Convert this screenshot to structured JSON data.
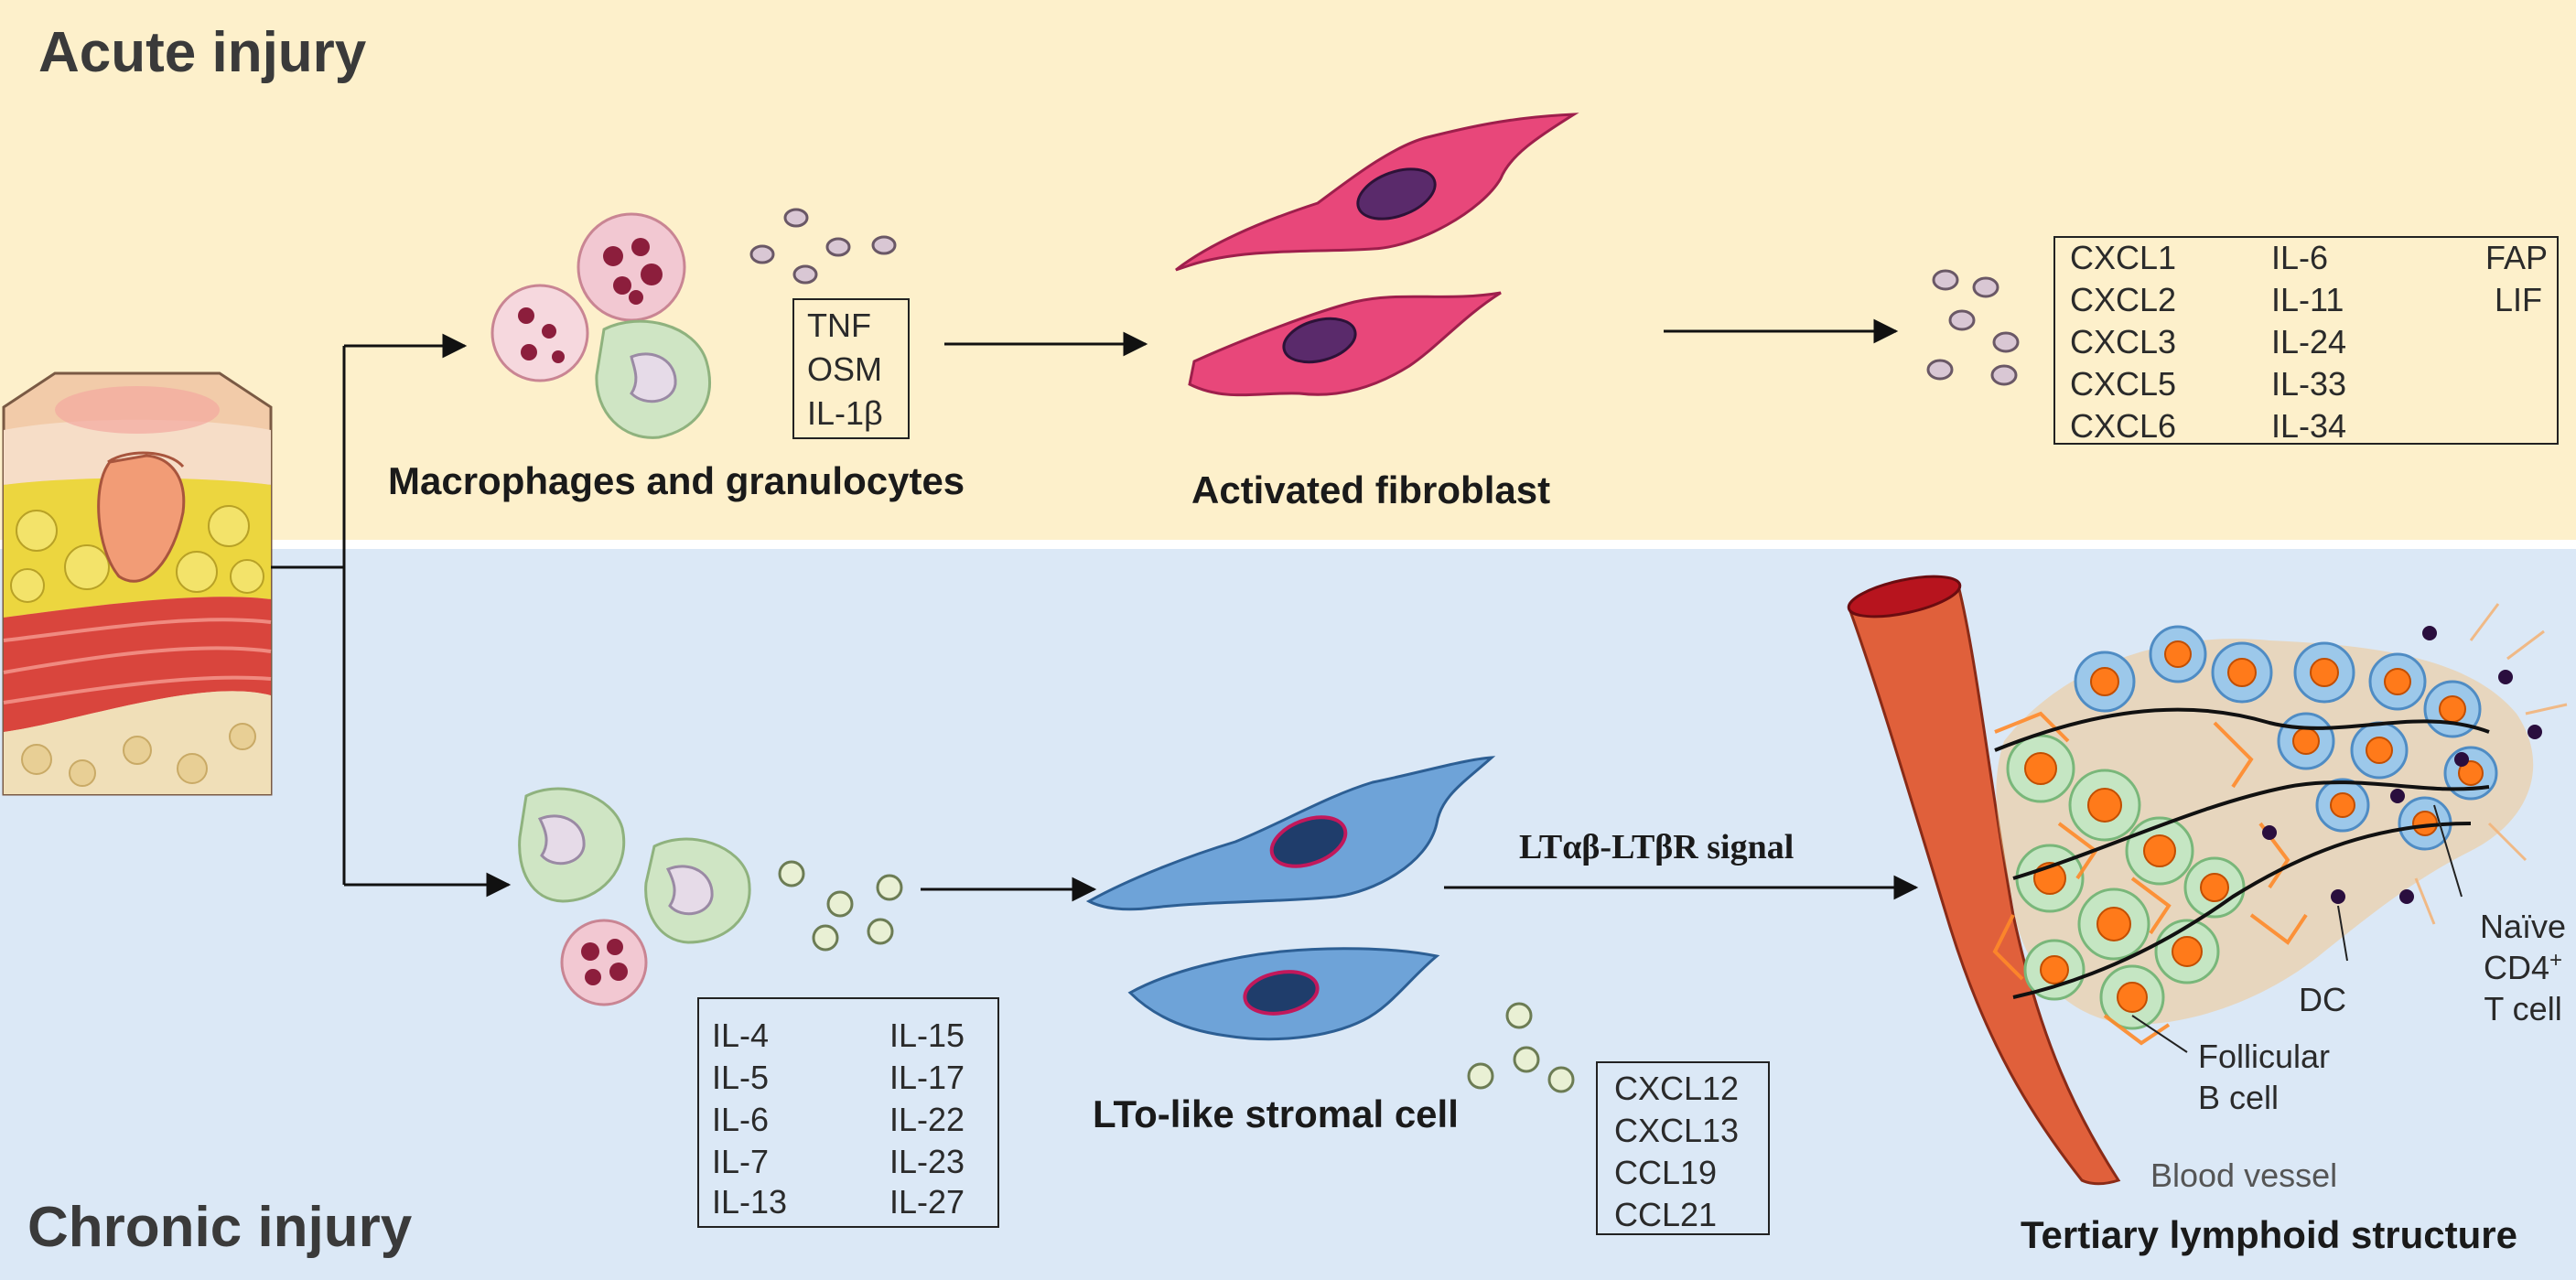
{
  "acute": {
    "title": "Acute injury",
    "immune_label": "Macrophages and granulocytes",
    "stimuli": [
      "TNF",
      "OSM",
      "IL-1β"
    ],
    "fibroblast_label": "Activated fibroblast",
    "secreted": {
      "col1": [
        "CXCL1",
        "CXCL2",
        "CXCL3",
        "CXCL5",
        "CXCL6"
      ],
      "col2": [
        "IL-6",
        "IL-11",
        "IL-24",
        "IL-33",
        "IL-34"
      ],
      "col3": [
        "FAP",
        "LIF"
      ]
    }
  },
  "chronic": {
    "title": "Chronic injury",
    "cytokines": {
      "col1": [
        "IL-4",
        "IL-5",
        "IL-6",
        "IL-7",
        "IL-13"
      ],
      "col2": [
        "IL-15",
        "IL-17",
        "IL-22",
        "IL-23",
        "IL-27"
      ]
    },
    "stromal_label": "LTo-like stromal cell",
    "signal_label": "LTαβ-LTβR signal",
    "chemokines": [
      "CXCL12",
      "CXCL13",
      "CCL19",
      "CCL21"
    ],
    "tls_label": "Tertiary lymphoid structure",
    "tls_parts": {
      "naive_t_line1": "Naïve",
      "naive_t_line2": "CD4",
      "naive_t_sup": "+",
      "naive_t_line3": "T cell",
      "dc": "DC",
      "follicular_line1": "Follicular",
      "follicular_line2": "B cell",
      "vessel": "Blood vessel"
    }
  },
  "colors": {
    "acute_bg": "#fdf0cb",
    "chronic_bg": "#dbe8f6",
    "fibroblast": "#e8477a",
    "stromal": "#5b9bd5",
    "vessel": "#e0603b",
    "lymphocyte": "#ff7a1a"
  }
}
